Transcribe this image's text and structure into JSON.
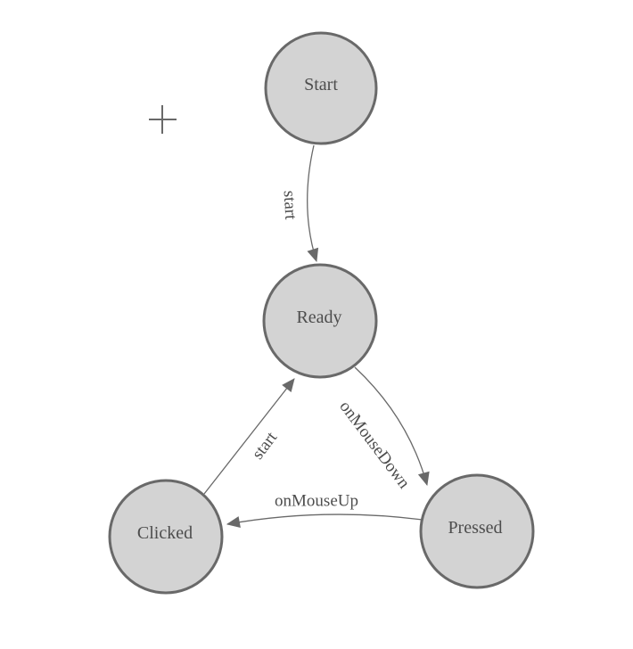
{
  "diagram": {
    "type": "state-machine",
    "background": "#ffffff",
    "colors": {
      "node_fill": "#d3d3d3",
      "node_stroke": "#696969",
      "edge_stroke": "#696969",
      "arrow_fill": "#696969",
      "label_text": "#4d4d4d"
    },
    "nodes": [
      {
        "id": "start",
        "label": "Start"
      },
      {
        "id": "ready",
        "label": "Ready"
      },
      {
        "id": "clicked",
        "label": "Clicked"
      },
      {
        "id": "pressed",
        "label": "Pressed"
      }
    ],
    "edges": [
      {
        "from": "Start",
        "to": "Ready",
        "label": "start"
      },
      {
        "from": "Clicked",
        "to": "Ready",
        "label": "start"
      },
      {
        "from": "Ready",
        "to": "Pressed",
        "label": "onMouseDown"
      },
      {
        "from": "Pressed",
        "to": "Clicked",
        "label": "onMouseUp"
      }
    ],
    "cursor": {
      "icon": "crosshair-icon"
    }
  }
}
